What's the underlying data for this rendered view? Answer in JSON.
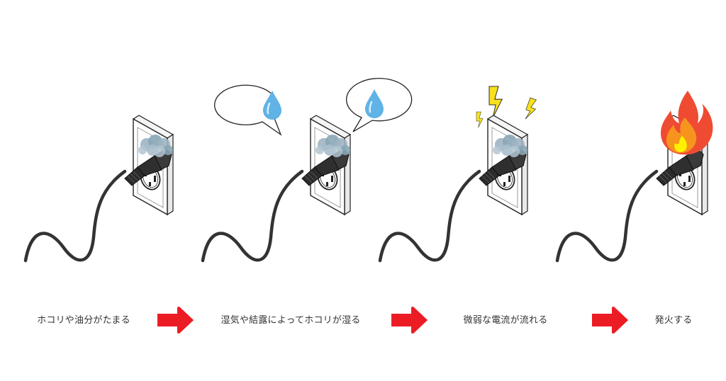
{
  "title": "コンセント火災(トラッキング現象)の流れ",
  "colors": {
    "arrow": "#ec1c24",
    "cord": "#333333",
    "dust": "#8aa6b5",
    "water": "#5fb3e6",
    "lightning": "#f7e11b",
    "flame_outer": "#ef4b33",
    "flame_mid": "#f7941d",
    "flame_inner": "#fff200"
  },
  "steps": [
    {
      "label": "ホコリや油分がたまる",
      "icons": [
        "outlet-icon",
        "plug-icon",
        "dust-icon",
        "cord-icon"
      ]
    },
    {
      "label": "湿気や結露によってホコリが湿る",
      "icons": [
        "outlet-icon",
        "plug-icon",
        "dust-icon",
        "cord-icon",
        "speech-bubble-icon",
        "water-drop-icon"
      ]
    },
    {
      "label": "微弱な電流が流れる",
      "icons": [
        "outlet-icon",
        "plug-icon",
        "dust-icon",
        "cord-icon",
        "lightning-icon"
      ]
    },
    {
      "label": "発火する",
      "icons": [
        "outlet-icon",
        "plug-icon",
        "cord-icon",
        "fire-icon"
      ]
    }
  ],
  "arrows": [
    {
      "icon": "arrow-right-icon",
      "from": 1,
      "to": 2
    },
    {
      "icon": "arrow-right-icon",
      "from": 2,
      "to": 3
    },
    {
      "icon": "arrow-right-icon",
      "from": 3,
      "to": 4
    }
  ]
}
